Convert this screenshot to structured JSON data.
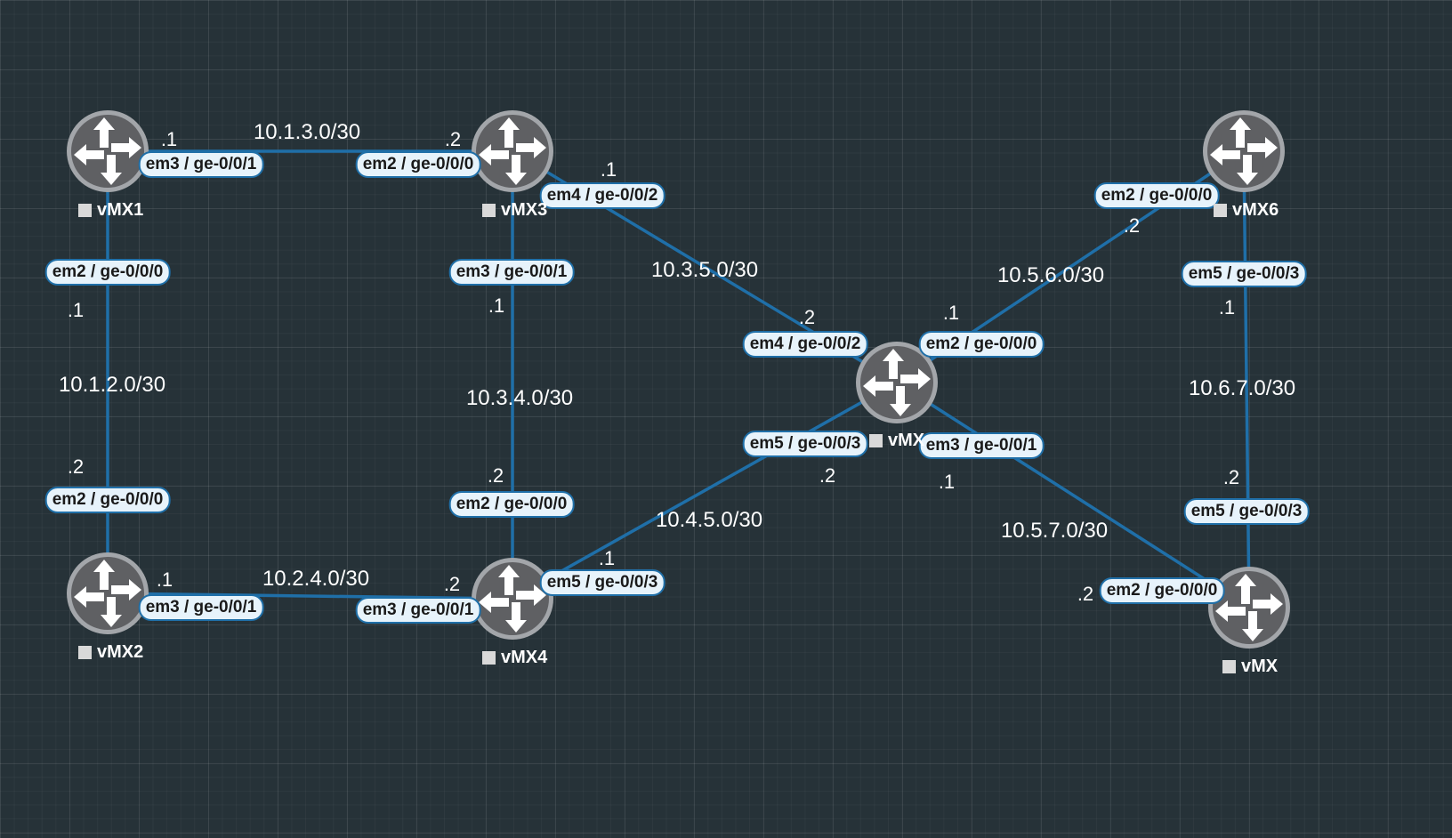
{
  "links": [
    {
      "id": "l13",
      "a": "vmx1",
      "b": "vmx3"
    },
    {
      "id": "l12",
      "a": "vmx1",
      "b": "vmx2"
    },
    {
      "id": "l24",
      "a": "vmx2",
      "b": "vmx4"
    },
    {
      "id": "l34",
      "a": "vmx3",
      "b": "vmx4"
    },
    {
      "id": "l35",
      "a": "vmx3",
      "b": "vmx5"
    },
    {
      "id": "l45",
      "a": "vmx4",
      "b": "vmx5"
    },
    {
      "id": "l56",
      "a": "vmx5",
      "b": "vmx6"
    },
    {
      "id": "l57",
      "a": "vmx5",
      "b": "vmx7"
    },
    {
      "id": "l67",
      "a": "vmx6",
      "b": "vmx7"
    }
  ],
  "nodes": [
    {
      "id": "vmx1",
      "name": "vMX1"
    },
    {
      "id": "vmx2",
      "name": "vMX2"
    },
    {
      "id": "vmx3",
      "name": "vMX3"
    },
    {
      "id": "vmx4",
      "name": "vMX4"
    },
    {
      "id": "vmx5",
      "name": "vMX"
    },
    {
      "id": "vmx6",
      "name": "vMX6"
    },
    {
      "id": "vmx7",
      "name": "vMX"
    }
  ],
  "subnets": {
    "l13": "10.1.3.0/30",
    "l12": "10.1.2.0/30",
    "l24": "10.2.4.0/30",
    "l34": "10.3.4.0/30",
    "l35": "10.3.5.0/30",
    "l45": "10.4.5.0/30",
    "l56": "10.5.6.0/30",
    "l57": "10.5.7.0/30",
    "l67": "10.6.7.0/30"
  },
  "interfaces": {
    "vmx1_l13": "em3 / ge-0/0/1",
    "vmx3_l13": "em2 / ge-0/0/0",
    "vmx1_l12": "em2 / ge-0/0/0",
    "vmx2_l12": "em2 / ge-0/0/0",
    "vmx2_l24": "em3 / ge-0/0/1",
    "vmx4_l24": "em3 / ge-0/0/1",
    "vmx3_l34": "em3 / ge-0/0/1",
    "vmx4_l34": "em2 / ge-0/0/0",
    "vmx3_l35": "em4 / ge-0/0/2",
    "vmx5_l35": "em4 / ge-0/0/2",
    "vmx4_l45": "em5 / ge-0/0/3",
    "vmx5_l45": "em5 / ge-0/0/3",
    "vmx5_l56": "em2 / ge-0/0/0",
    "vmx6_l56": "em2 / ge-0/0/0",
    "vmx5_l57": "em3 / ge-0/0/1",
    "vmx7_l57": "em2 / ge-0/0/0",
    "vmx6_l67": "em5 / ge-0/0/3",
    "vmx7_l67": "em5 / ge-0/0/3"
  },
  "host_addresses": {
    "vmx1_l13": ".1",
    "vmx3_l13": ".2",
    "vmx1_l12": ".1",
    "vmx2_l12": ".2",
    "vmx2_l24": ".1",
    "vmx4_l24": ".2",
    "vmx3_l34": ".1",
    "vmx4_l34": ".2",
    "vmx3_l35": ".1",
    "vmx5_l35": ".2",
    "vmx4_l45": ".1",
    "vmx5_l45": ".2",
    "vmx5_l56": ".1",
    "vmx6_l56": ".2",
    "vmx5_l57": ".1",
    "vmx7_l57": ".2",
    "vmx6_l67": ".1",
    "vmx7_l67": ".2"
  },
  "colors": {
    "canvas": "#263238",
    "link": "#1f6fa8",
    "router_body": "#5f6063",
    "router_ring": "#a3a6aa",
    "label_bg": "#e7f3fb",
    "label_border": "#1f6fa8"
  },
  "icons": {
    "router": "router-icon",
    "status": "status-square-icon"
  }
}
